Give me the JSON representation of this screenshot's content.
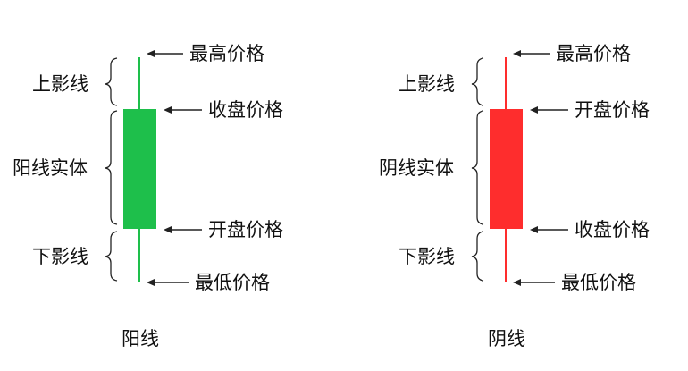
{
  "colors": {
    "yang": "#1ebf4b",
    "yin": "#fe2d2d",
    "ink": "#222222"
  },
  "yang": {
    "caption": "阳线",
    "labels": {
      "high": "最高价格",
      "top": "收盘价格",
      "bottom": "开盘价格",
      "low": "最低价格"
    },
    "braces": {
      "upper": "上影线",
      "body": "阳线实体",
      "lower": "下影线"
    }
  },
  "yin": {
    "caption": "阴线",
    "labels": {
      "high": "最高价格",
      "top": "开盘价格",
      "bottom": "收盘价格",
      "low": "最低价格"
    },
    "braces": {
      "upper": "上影线",
      "body": "阴线实体",
      "lower": "下影线"
    }
  }
}
